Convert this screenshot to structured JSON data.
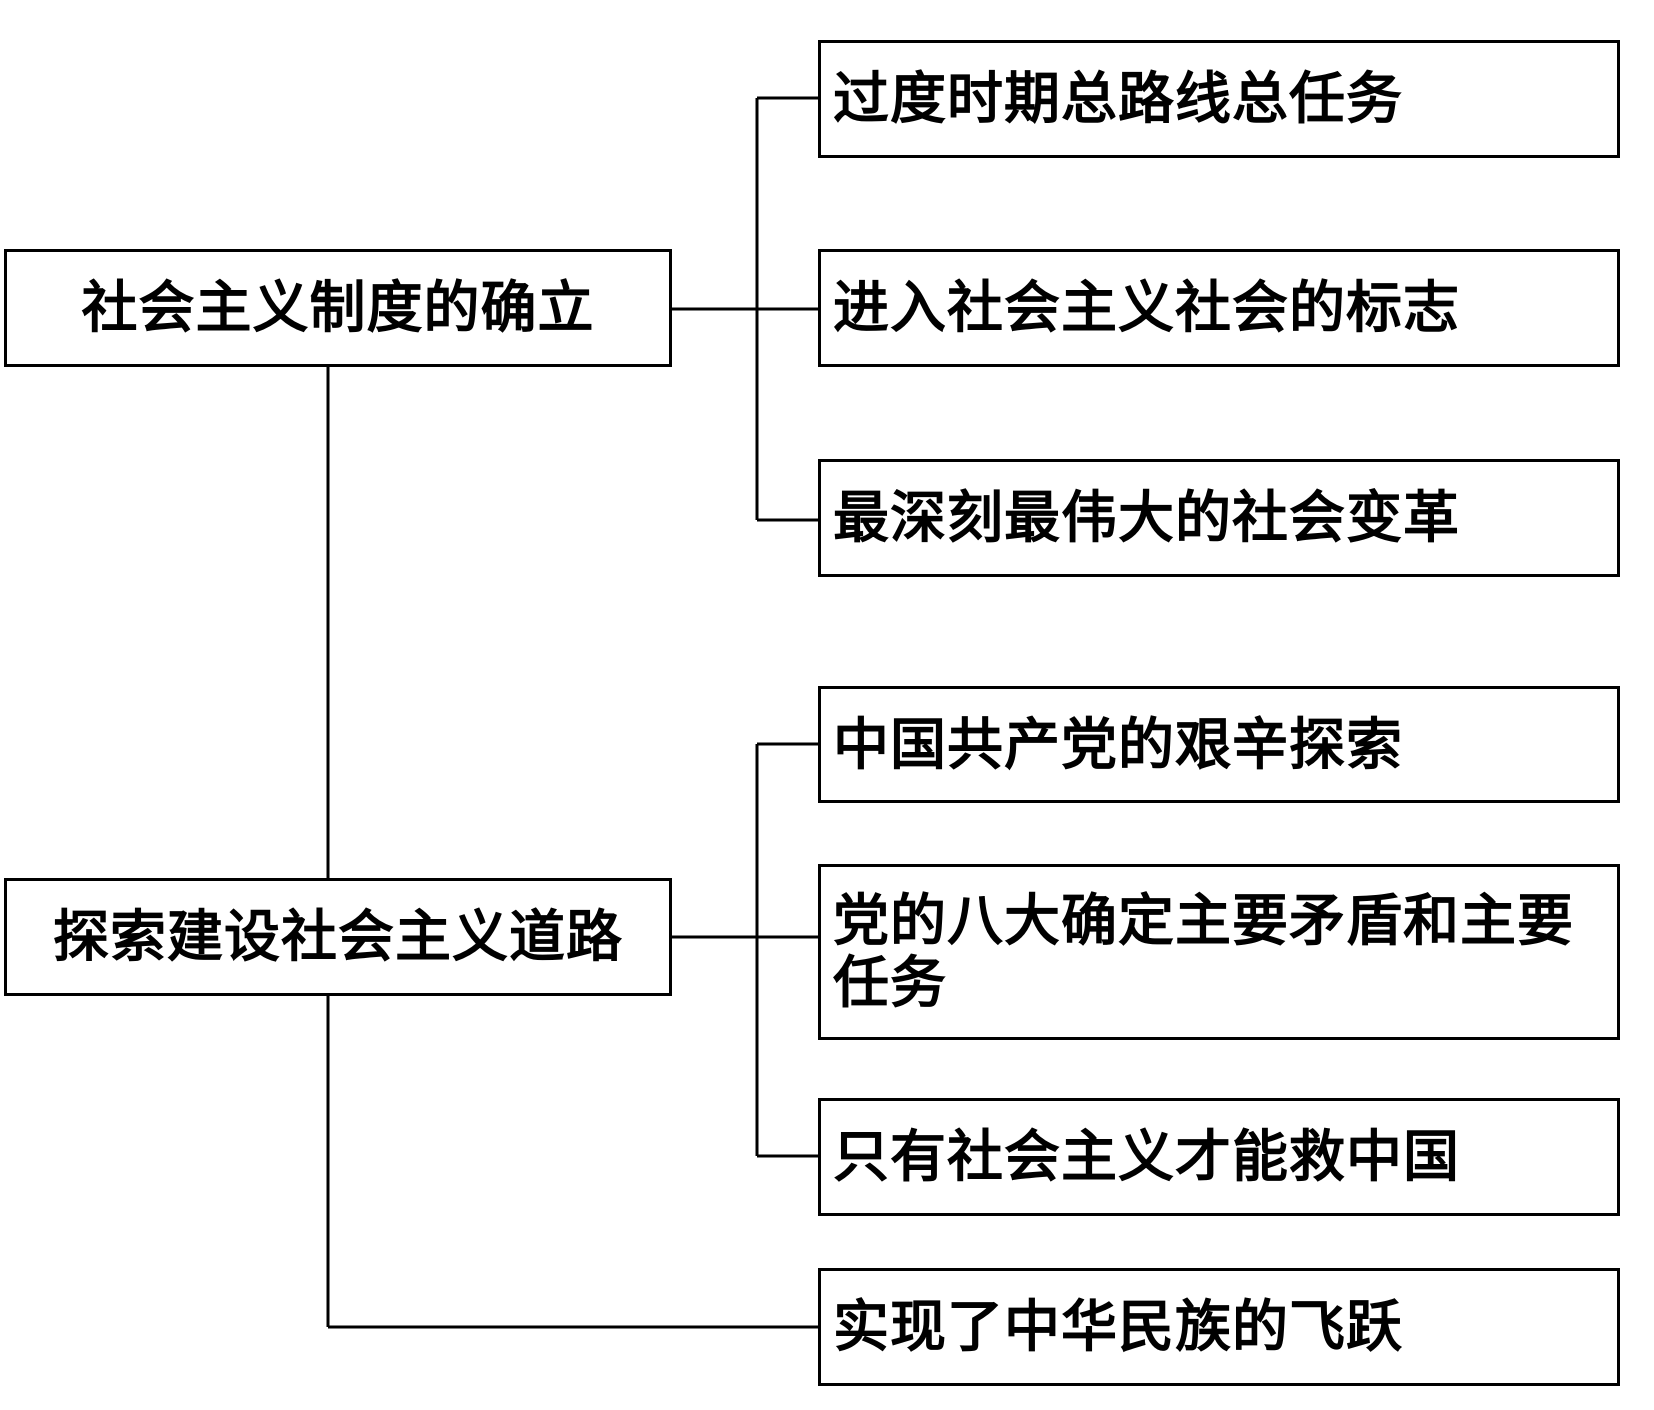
{
  "left_nodes": [
    {
      "label": "社会主义制度的确立"
    },
    {
      "label": "探索建设社会主义道路"
    }
  ],
  "right_nodes": [
    {
      "label": "过度时期总路线总任务"
    },
    {
      "label": "进入社会主义社会的标志"
    },
    {
      "label": "最深刻最伟大的社会变革"
    },
    {
      "label": "中国共产党的艰辛探索"
    },
    {
      "label": "党的八大确定主要矛盾和主要任务"
    },
    {
      "label": "只有社会主义才能救中国"
    },
    {
      "label": "实现了中华民族的飞跃"
    }
  ]
}
